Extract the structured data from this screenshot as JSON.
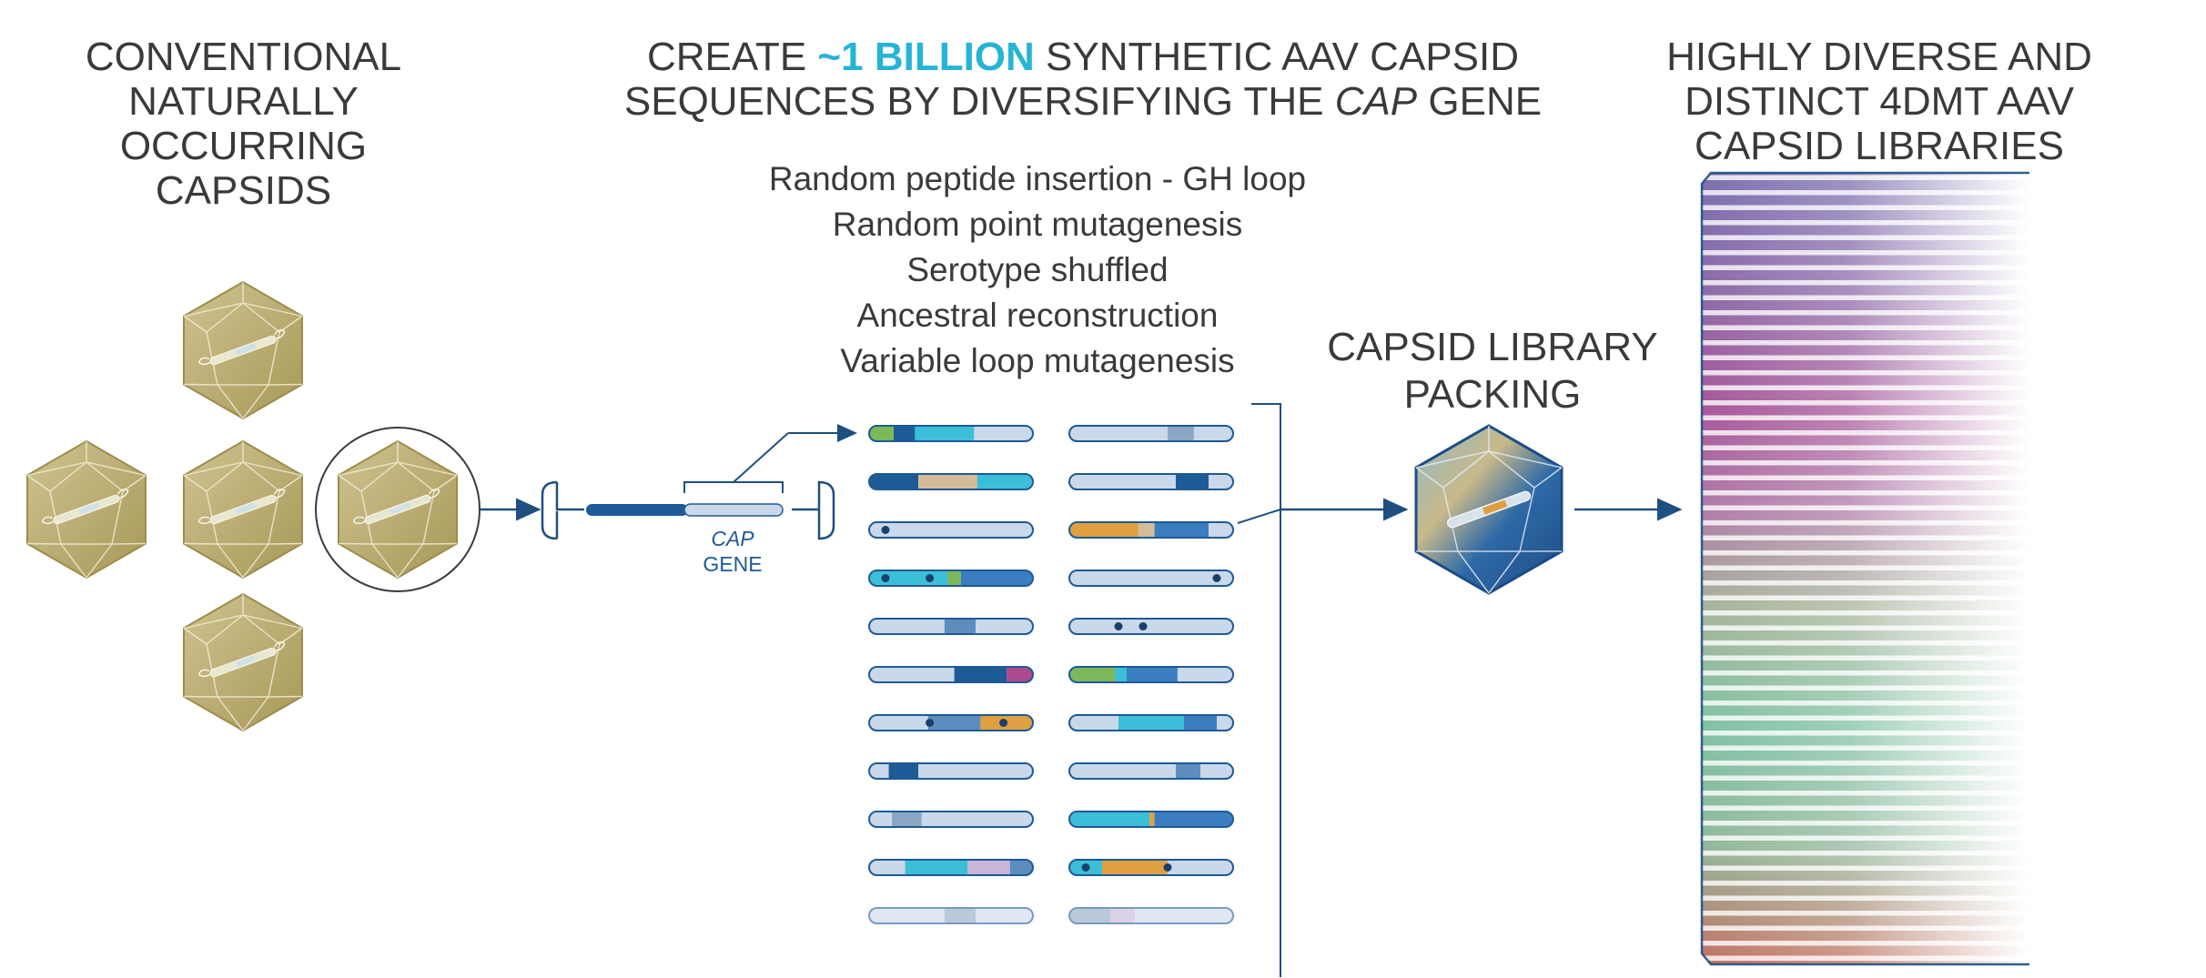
{
  "headings": {
    "left": [
      "CONVENTIONAL",
      "NATURALLY OCCURRING",
      "CAPSIDS"
    ],
    "middle_line1_pre": "CREATE ",
    "middle_line1_highlight": "~1 BILLION",
    "middle_line1_post": " SYNTHETIC  AAV CAPSID",
    "middle_line2_pre": "SEQUENCES BY DIVERSIFYING THE ",
    "middle_line2_italic": "CAP",
    "middle_line2_post": " GENE",
    "right": [
      "HIGHLY DIVERSE AND",
      "DISTINCT 4DMT AAV",
      "CAPSID LIBRARIES"
    ]
  },
  "methods": [
    "Random peptide insertion - GH loop",
    "Random point mutagenesis",
    "Serotype shuffled",
    "Ancestral reconstruction",
    "Variable loop mutagenesis"
  ],
  "packing_label": [
    "CAPSID LIBRARY",
    "PACKING"
  ],
  "cap_gene_label": {
    "italic": "CAP",
    "text": "GENE"
  },
  "colors": {
    "highlight": "#26b4d6",
    "capsid_gold": "#b8a96a",
    "dark_blue": "#1e5a96",
    "light_bar": "#c9d8ea",
    "cyan": "#3bbfd8",
    "tan": "#d4bd96",
    "orange": "#e0a040",
    "green": "#7cb85a",
    "magenta": "#b04a8e",
    "lavender": "#c8b6d6"
  },
  "icons": [
    "capsid-icon",
    "vector-icon",
    "arrow-icon",
    "sequence-bar-icon",
    "library-gradient-icon"
  ]
}
